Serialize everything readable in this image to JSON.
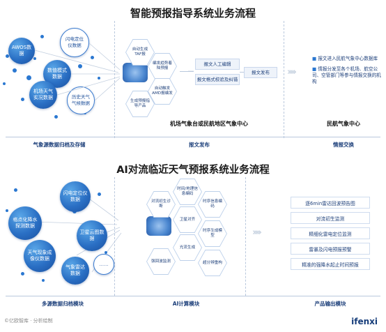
{
  "top": {
    "title": "智能预报指导系统业务流程",
    "sources": [
      "AWOS数据",
      "闪电定位仪数据",
      "数值模式数据",
      "机场天气实况数据",
      "历史天气气候数据"
    ],
    "hexes": [
      "自动生成TAF报",
      "编发趋势着陆预报",
      "自动触发AMD报编发",
      "生成预报指导产品"
    ],
    "edit_boxes": [
      "报文人工编辑",
      "报文格式校验及纠错"
    ],
    "publish": "报文发布",
    "info_items": [
      "报文进入民航气象中心数据库",
      "情报分发至各个机场、航空公司、空管部门等参与情报交换的机构"
    ],
    "center1": "机场气象台或民航地区气象中心",
    "center2": "民航气象中心",
    "sections": [
      "气象源数据归档及存储",
      "报文发布",
      "情报交换"
    ]
  },
  "bottom": {
    "title": "AI对流临近天气预报系统业务流程",
    "sources": [
      "闪电定位仪数据",
      "格点化降水探测数据",
      "卫星云图数据",
      "天气现象成像仪数据",
      "气象雷达数据",
      "……"
    ],
    "hexes": [
      "对流初生诊断",
      "时间/地理信息编码",
      "时序信息编码",
      "卫星对齐",
      "时序生成模型",
      "光流生成",
      "强回波监测",
      "超分辨重构"
    ],
    "outputs": [
      "逐6min雷达回波预告图",
      "对流初生监测",
      "精细化雷电定位监测",
      "雷暴及闪电预报预警",
      "精准的强降水起止时间预报"
    ],
    "sections": [
      "多源数据归档模块",
      "AI计算模块",
      "产品输出模块"
    ]
  },
  "footer": {
    "source": "©亿欧智库  ·  分析绘制",
    "logo": "ifenxi"
  },
  "colors": {
    "primary": "#2a6fc4",
    "dark_text": "#1d3f7a",
    "divider": "#b9c8dd"
  }
}
